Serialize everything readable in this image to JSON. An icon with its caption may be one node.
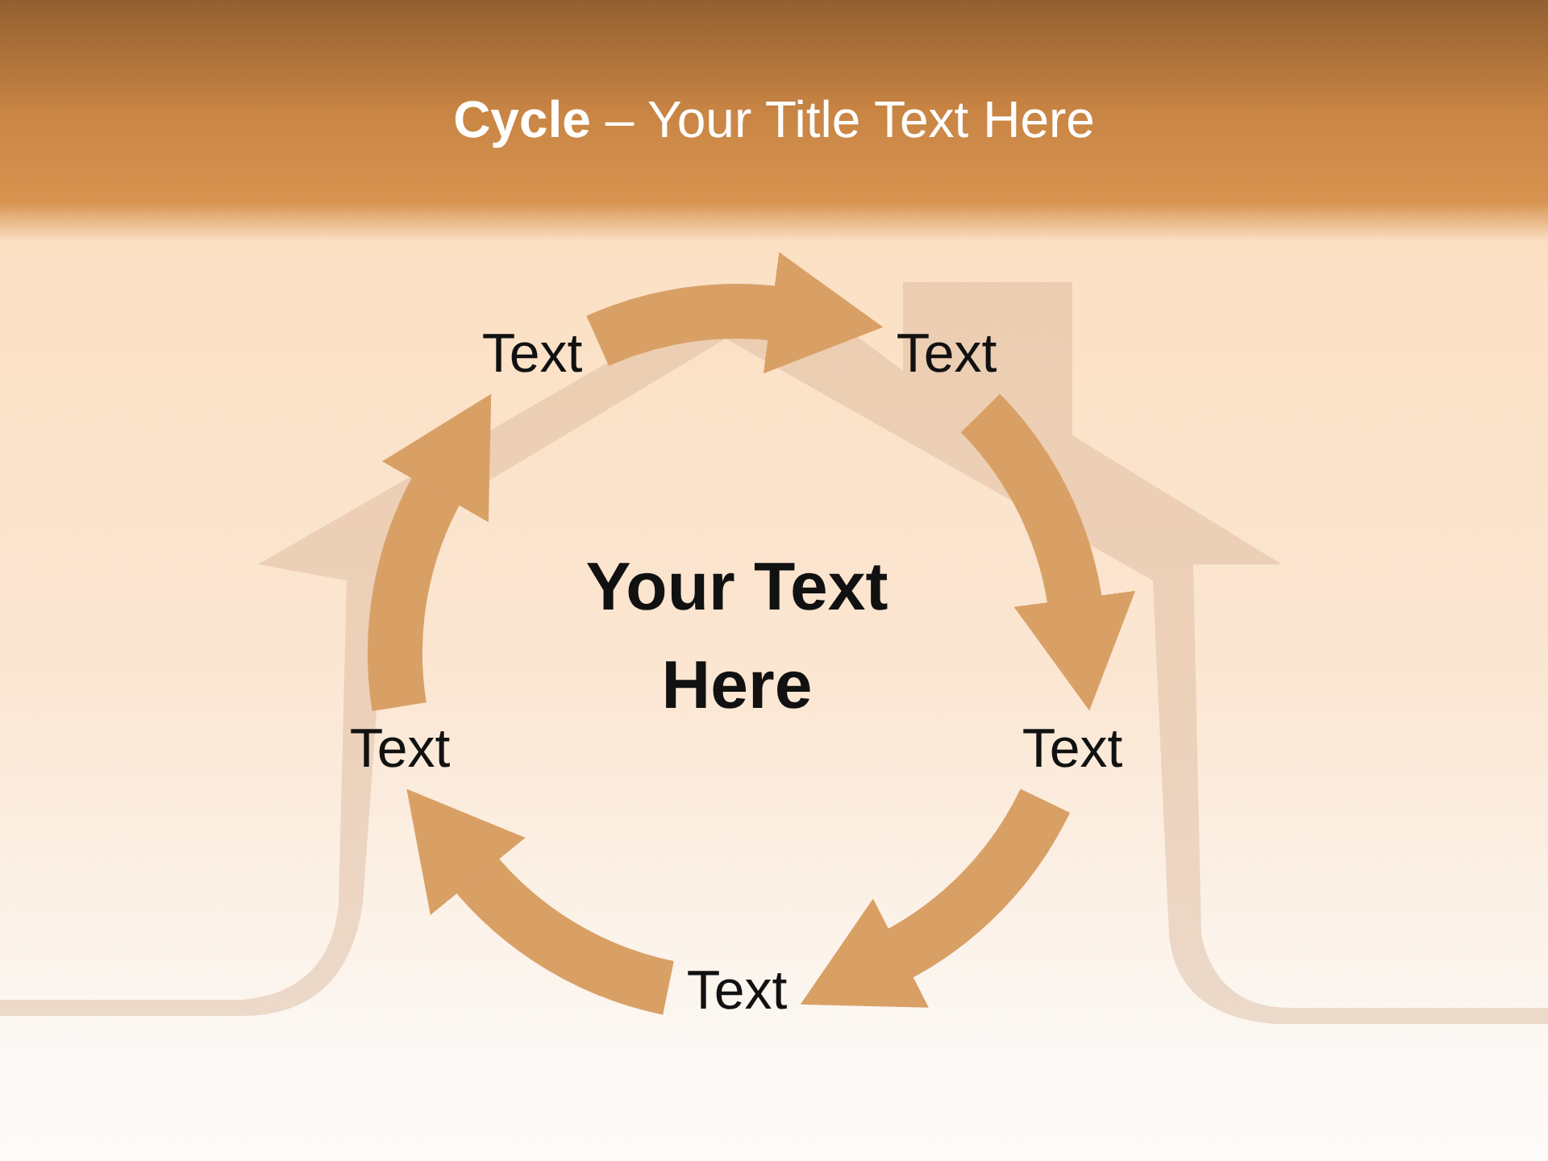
{
  "diagram": {
    "title": "**Cycle** – Your Title Text Here",
    "nodes": [
      {
        "text": [
          "Text"
        ]
      },
      {
        "text": [
          "Text"
        ]
      },
      {
        "text": [
          "Text"
        ]
      },
      {
        "text": [
          "Text"
        ]
      },
      {
        "text": [
          "Text"
        ]
      }
    ],
    "edges": [
      {
        "from": 0,
        "to": 1,
        "arrow": "to"
      },
      {
        "from": 1,
        "to": 3,
        "arrow": "to"
      },
      {
        "from": 3,
        "to": 4,
        "arrow": "to"
      },
      {
        "from": 4,
        "to": 2,
        "arrow": "to"
      },
      {
        "from": 2,
        "to": 0,
        "arrow": "to"
      }
    ],
    "labels": [
      "Your Text Here"
    ]
  }
}
